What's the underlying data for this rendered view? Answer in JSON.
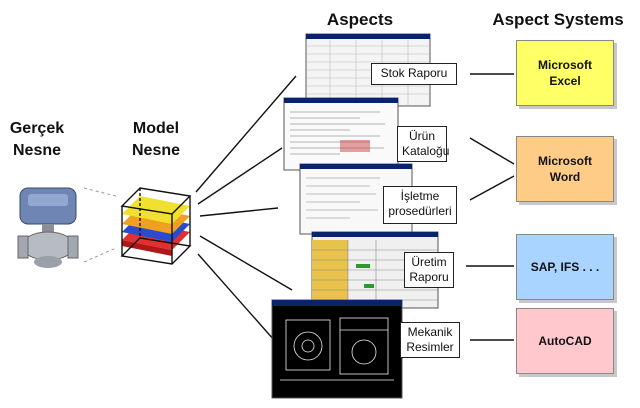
{
  "headings": {
    "aspects": "Aspects",
    "aspect_systems": "Aspect Systems",
    "gercek_nesne_1": "Gerçek",
    "gercek_nesne_2": "Nesne",
    "model_nesne_1": "Model",
    "model_nesne_2": "Nesne"
  },
  "aspects": {
    "stok": "Stok Raporu",
    "urun_1": "Ürün",
    "urun_2": "Kataloğu",
    "isletme_1": "İşletme",
    "isletme_2": "prosedürleri",
    "uretim_1": "Üretim",
    "uretim_2": "Raporu",
    "mekanik_1": "Mekanik",
    "mekanik_2": "Resimler"
  },
  "systems": {
    "excel_1": "Microsoft",
    "excel_2": "Excel",
    "word_1": "Microsoft",
    "word_2": "Word",
    "sap": "SAP, IFS . . .",
    "autocad": "AutoCAD"
  },
  "colors": {
    "excel": "#ffff66",
    "word": "#ffcc88",
    "sap": "#a8d4ff",
    "autocad": "#ffc8cc",
    "window_title": "#0a246a"
  },
  "icons": {
    "real_object": "valve-actuator-icon",
    "model_object": "layered-cube-icon"
  }
}
